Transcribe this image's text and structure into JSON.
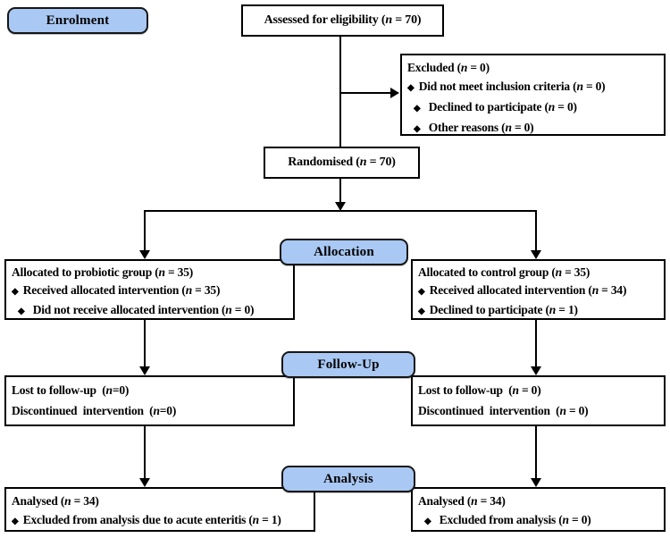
{
  "palette": {
    "stage_fill": "#a9c8f3",
    "stage_border": "#161616",
    "box_border": "#000000",
    "box_fill": "#ffffff",
    "line_color": "#000000"
  },
  "bullet_glyph": "◆",
  "stages": {
    "enrolment": "Enrolment",
    "allocation": "Allocation",
    "followup": "Follow-Up",
    "analysis": "Analysis"
  },
  "boxes": {
    "assessed": {
      "lines": [
        {
          "text": "Assessed for eligibility (n = 70)"
        }
      ]
    },
    "excluded": {
      "lines": [
        {
          "text": "Excluded (n = 0)"
        },
        {
          "bullet": true,
          "text": "Did not meet inclusion criteria (n = 0)"
        },
        {
          "bullet": true,
          "indent": 1,
          "text": "Declined to participate (n = 0)"
        },
        {
          "bullet": true,
          "indent": 1,
          "text": "Other reasons (n = 0)"
        }
      ]
    },
    "randomised": {
      "lines": [
        {
          "text": "Randomised (n = 70)"
        }
      ]
    },
    "alloc_left": {
      "lines": [
        {
          "text": "Allocated to probiotic group (n = 35)"
        },
        {
          "bullet": true,
          "text": "Received allocated intervention (n = 35)"
        },
        {
          "bullet": true,
          "indent": 1,
          "text": "Did not receive allocated intervention (n = 0)"
        }
      ]
    },
    "alloc_right": {
      "lines": [
        {
          "text": "Allocated to control group (n = 35)"
        },
        {
          "bullet": true,
          "text": "Received allocated intervention (n = 34)"
        },
        {
          "bullet": true,
          "text": "Declined to participate (n = 1)"
        }
      ]
    },
    "fu_left": {
      "lines": [
        {
          "text": "Lost to follow-up  (n=0)"
        },
        {
          "text": "Discontinued  intervention  (n=0)"
        }
      ]
    },
    "fu_right": {
      "lines": [
        {
          "text": "Lost to follow-up  (n = 0)"
        },
        {
          "text": "Discontinued  intervention  (n = 0)"
        }
      ]
    },
    "an_left": {
      "lines": [
        {
          "text": "Analysed (n = 34)"
        },
        {
          "bullet": true,
          "text": "Excluded from analysis due to acute enteritis (n = 1)"
        }
      ]
    },
    "an_right": {
      "lines": [
        {
          "text": "Analysed (n = 34)"
        },
        {
          "bullet": true,
          "indent": 1,
          "text": "Excluded from analysis (n = 0)"
        }
      ]
    }
  }
}
